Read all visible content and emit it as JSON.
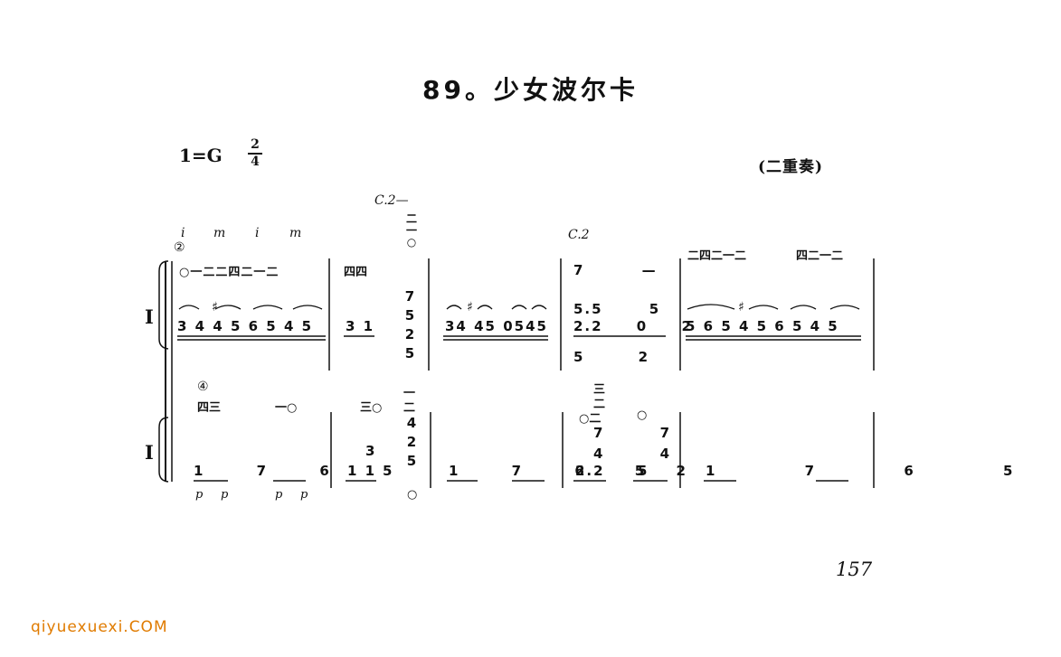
{
  "title": "89。少女波尔卡",
  "key_signature": "1=G",
  "time_signature": {
    "top": "2",
    "bottom": "4"
  },
  "ensemble": "(二重奏)",
  "page_number": "157",
  "watermark": "qiyuexuexi.COM",
  "part_labels": {
    "part1": "I",
    "part2": "I"
  },
  "circled_marks": {
    "part1": "②",
    "part2": "④"
  },
  "right_hand_fingering": [
    "i",
    "m",
    "i",
    "m"
  ],
  "capo_marks": [
    "C.2—",
    "C.2"
  ],
  "part1": {
    "string_marks": [
      "○一二二四二一二",
      "四四",
      "二四二一二",
      "四二一二"
    ],
    "measures": [
      {
        "notes": "3 4 4 5 6 5 4 5",
        "accidental": "♯"
      },
      {
        "notes": "3 1"
      },
      {
        "chord": [
          "7",
          "5",
          "2",
          "5"
        ],
        "top_marks": [
          "二",
          "一",
          "○"
        ]
      },
      {
        "notes": "34 45 0545",
        "accidental": "♯"
      },
      {
        "upper": "7 —",
        "middle": "5.5 5",
        "lower": "2.2 0 2",
        "bass": "5 2"
      },
      {
        "notes": "5 6 5 4 5 6 5 4 5",
        "accidental": "♯"
      }
    ]
  },
  "part2": {
    "string_marks": [
      "四三",
      "一○",
      "三○",
      "一",
      "二",
      "三",
      "二",
      "○二",
      "○"
    ],
    "measures": [
      {
        "notes": "1 7 6 5",
        "dynamics": [
          "p",
          "p",
          "p",
          "p"
        ]
      },
      {
        "upper": "3",
        "notes": "1 1"
      },
      {
        "chord": [
          "4",
          "2",
          "5"
        ],
        "bottom_mark": "○"
      },
      {
        "notes": "1 7 6 5"
      },
      {
        "upper": "7 7",
        "middle": "4 4",
        "notes": "2.2 5 2"
      },
      {
        "notes": "1 7 6 5"
      }
    ]
  }
}
